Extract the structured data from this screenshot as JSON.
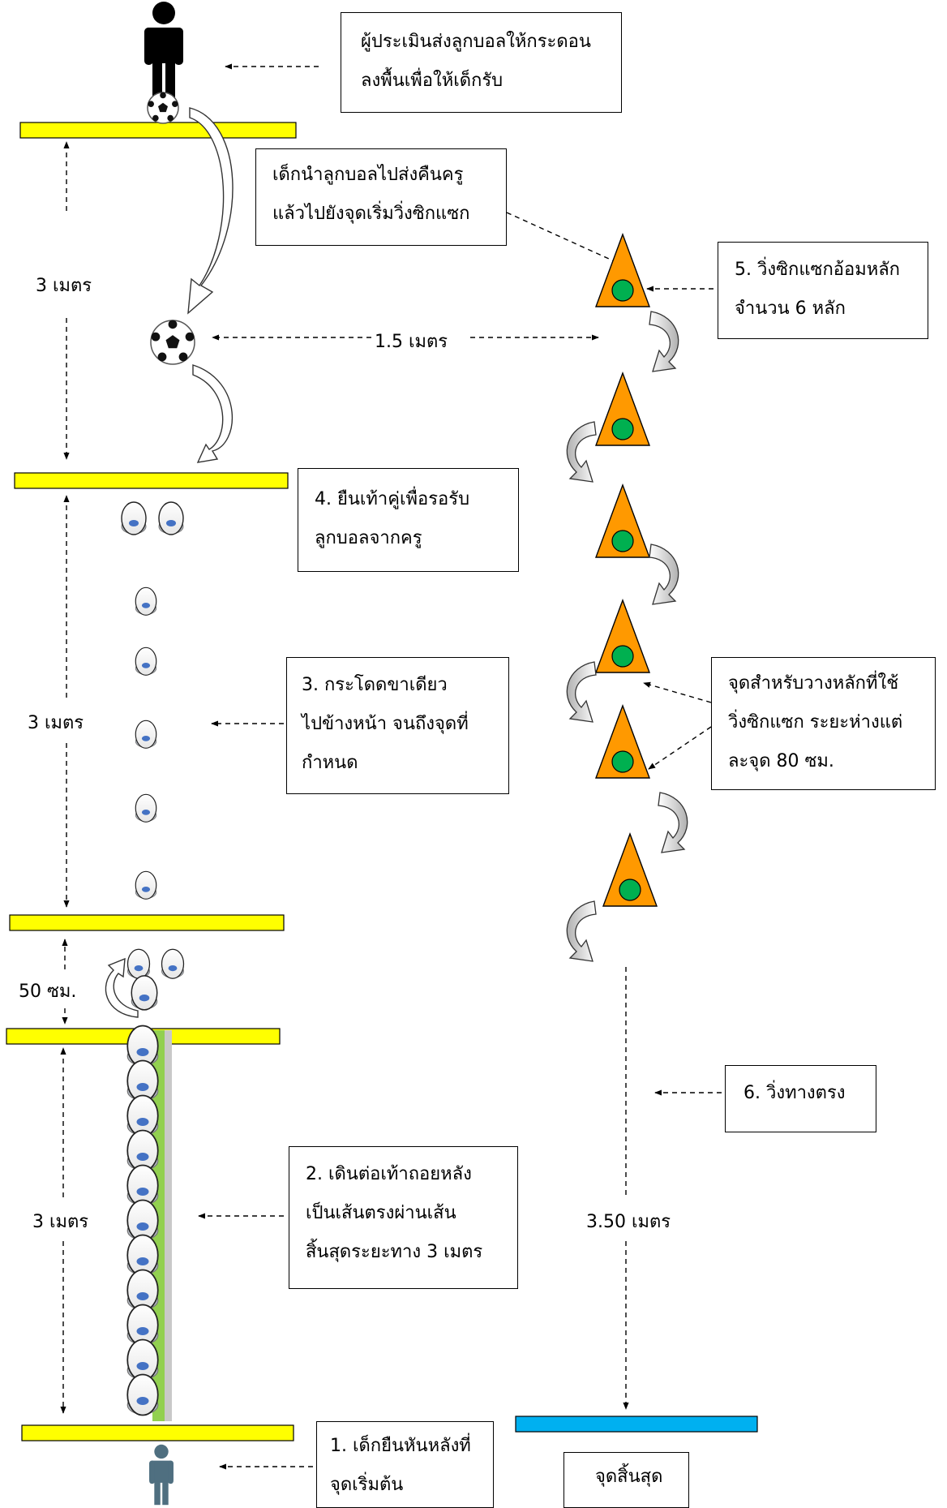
{
  "diagram": {
    "boxes": {
      "teacher": [
        "ผู้ประเมินส่งลูกบอลให้กระดอน",
        "ลงพื้นเพื่อให้เด็กรับ"
      ],
      "return_ball": [
        "เด็กนำลูกบอลไปส่งคืนครู",
        "แล้วไปยังจุดเริ่มวิ่งซิกแซก"
      ],
      "zigzag": [
        "5. วิ่งซิกแซกอ้อมหลัก",
        "จำนวน 6 หลัก"
      ],
      "stand": [
        "4. ยืนเท้าคู่เพื่อรอรับ",
        "ลูกบอลจากครู"
      ],
      "hop": [
        "3. กระโดดขาเดียว",
        "ไปข้างหน้า จนถึงจุดที่",
        "กำหนด"
      ],
      "cone_points": [
        "จุดสำหรับวางหลักที่ใช้",
        "วิ่งซิกแซก ระยะห่างแต่",
        "ละจุด 80 ซม."
      ],
      "run_straight": [
        "6. วิ่งทางตรง"
      ],
      "walk_back": [
        "2. เดินต่อเท้าถอยหลัง",
        "เป็นเส้นตรงผ่านเส้น",
        "สิ้นสุดระยะทาง 3 เมตร"
      ],
      "start": [
        "1. เด็กยืนหันหลังที่",
        "จุดเริ่มต้น"
      ],
      "finish": [
        "จุดสิ้นสุด"
      ]
    },
    "distances": {
      "top": "3  เมตร",
      "ball_to_cone": "1.5  เมตร",
      "middle": "3  เมตร",
      "gap": "50  ซม.",
      "bottom": "3  เมตร",
      "run": "3.50  เมตร"
    },
    "colors": {
      "line": "#ffff00",
      "finish_line": "#00b0f0",
      "cone": "#ff9900",
      "cone_dot": "#00b050",
      "footprint_dot": "#4472c4",
      "walk_strip": "#92d050"
    },
    "icons": [
      "person-icon",
      "soccer-ball-icon",
      "cone-icon",
      "footprint-icon",
      "curved-arrow-icon"
    ]
  }
}
